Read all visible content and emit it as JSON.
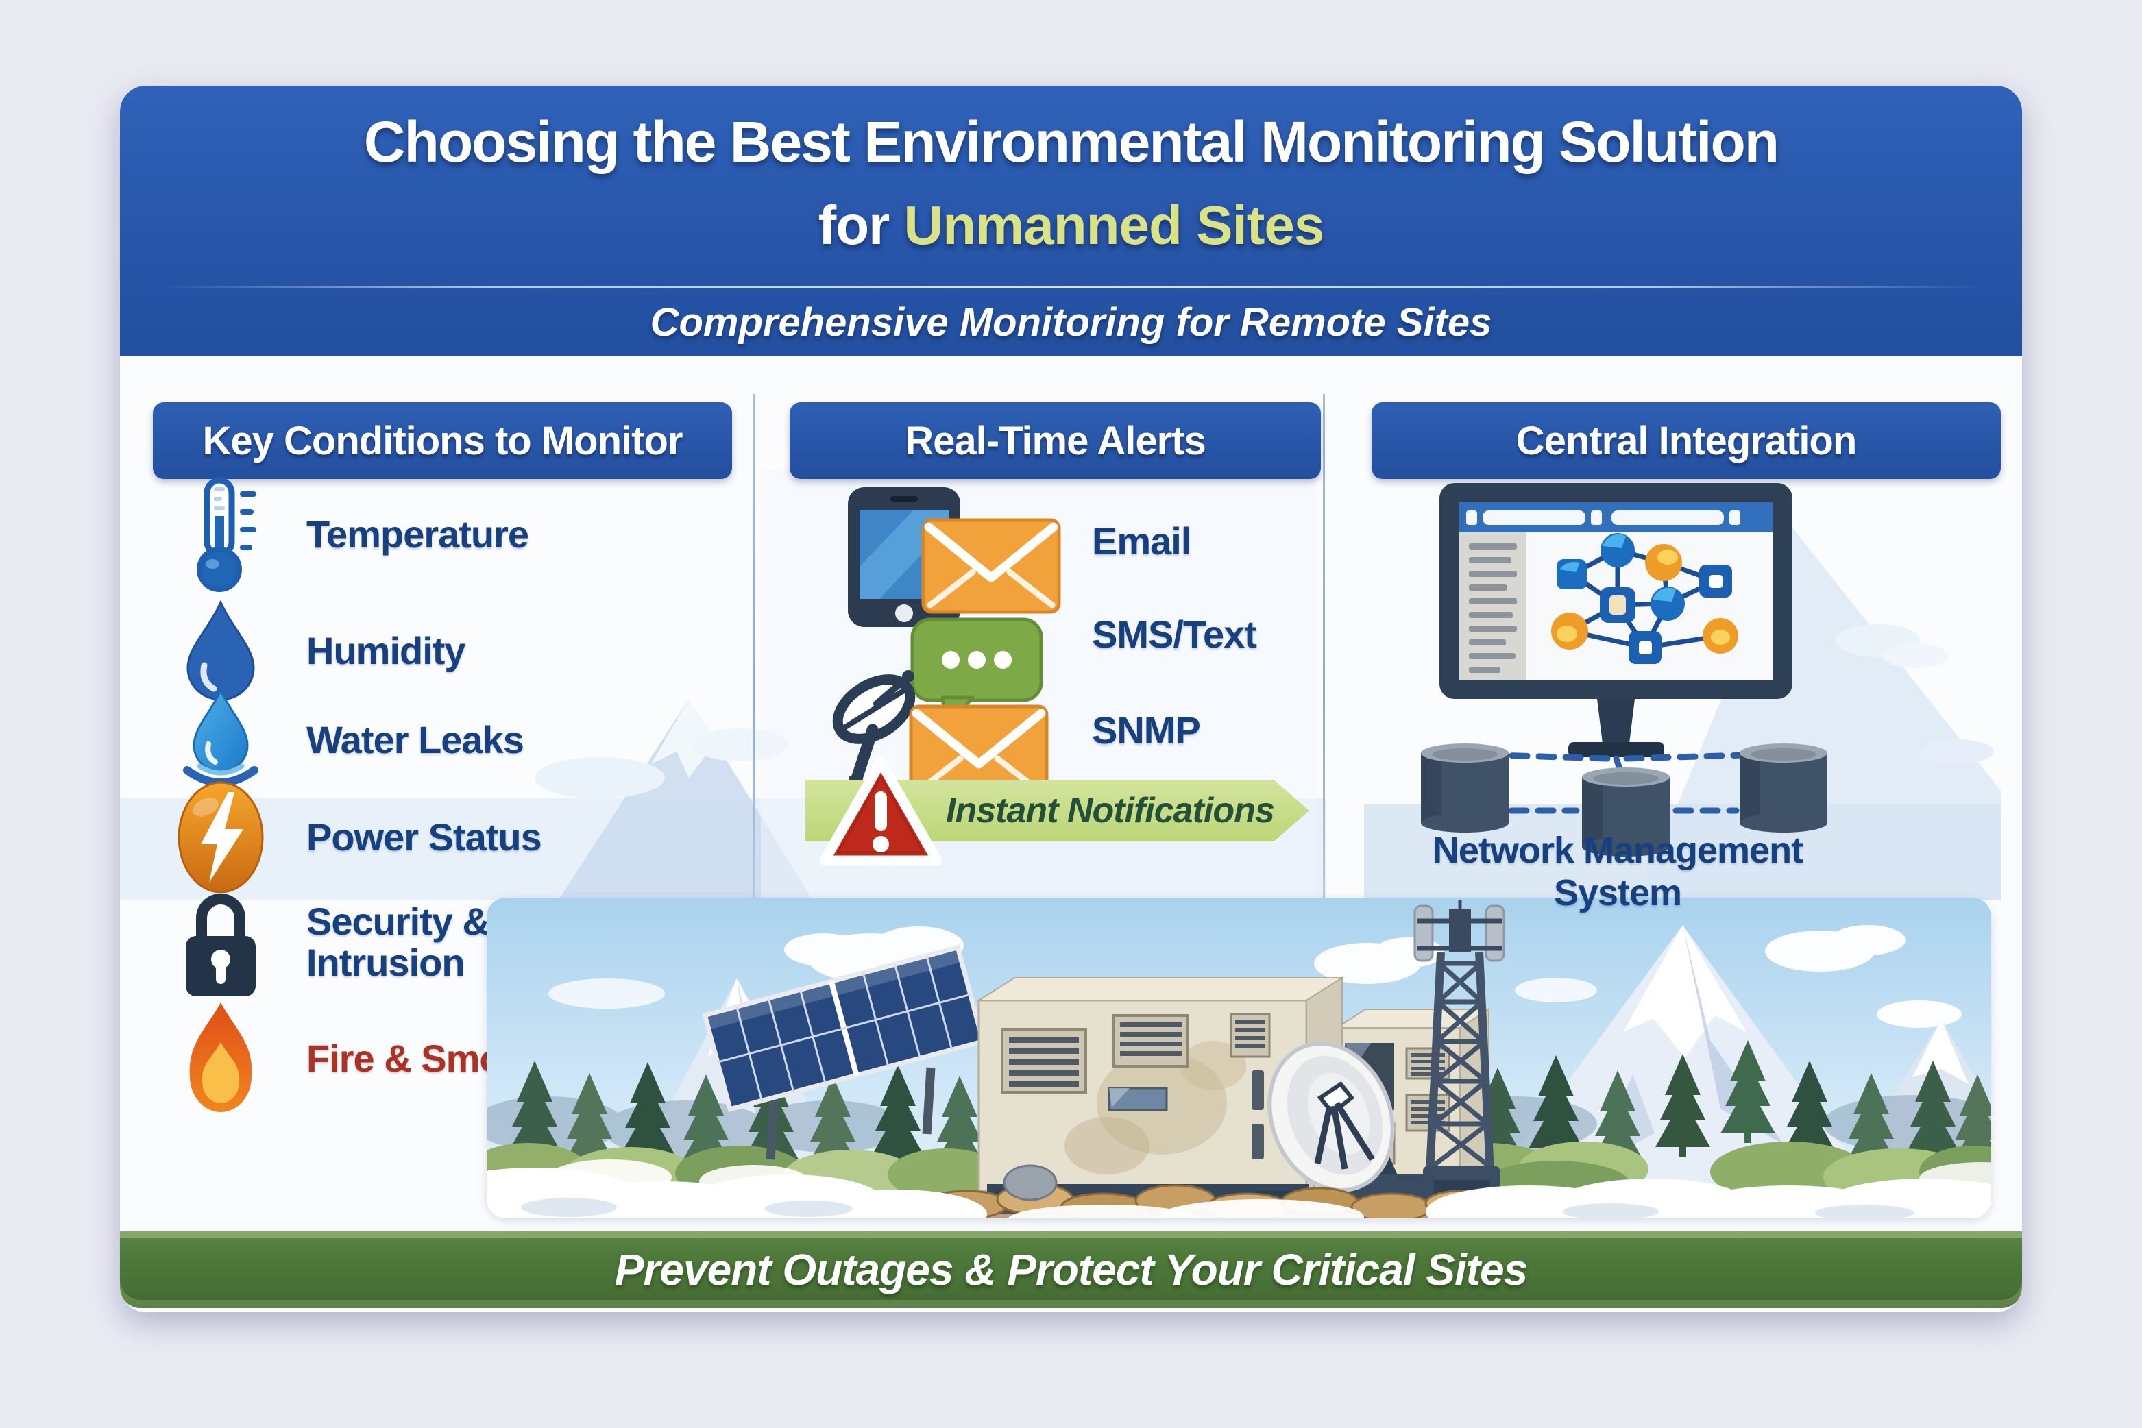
{
  "header": {
    "title_line1": "Choosing the Best Environmental Monitoring Solution",
    "title_prefix": "for",
    "title_highlight": "Unmanned Sites",
    "subtitle": "Comprehensive Monitoring for Remote Sites"
  },
  "columns": {
    "conditions": {
      "title": "Key Conditions to Monitor",
      "items": [
        {
          "icon": "thermometer-icon",
          "label": "Temperature"
        },
        {
          "icon": "humidity-drop-icon",
          "label": "Humidity"
        },
        {
          "icon": "water-leak-icon",
          "label": "Water Leaks"
        },
        {
          "icon": "power-bolt-icon",
          "label": "Power Status"
        },
        {
          "icon": "padlock-icon",
          "label": "Security & Intrusion"
        },
        {
          "icon": "flame-icon",
          "label": "Fire & Smoke"
        }
      ]
    },
    "alerts": {
      "title": "Real-Time Alerts",
      "items": [
        {
          "icon": "phone-email-icon",
          "label": "Email"
        },
        {
          "icon": "sms-bubble-icon",
          "label": "SMS/Text"
        },
        {
          "icon": "satellite-dish-icon",
          "label": "SNMP"
        }
      ],
      "banner_label": "Instant Notifications"
    },
    "integration": {
      "title": "Central Integration",
      "caption": "Network Management System"
    }
  },
  "footer": {
    "label": "Prevent Outages & Protect Your Critical Sites"
  },
  "colors": {
    "header_blue": "#2856aa",
    "highlight_green": "#d9e287",
    "navy_text": "#17407f",
    "fire_red": "#a93326",
    "alert_banner_green": "#c8dd8e",
    "alert_banner_text": "#255038",
    "footer_green": "#4f7a3b",
    "envelope_orange": "#f2a23a",
    "warning_red": "#bd2a1c",
    "sms_green": "#7da946"
  }
}
